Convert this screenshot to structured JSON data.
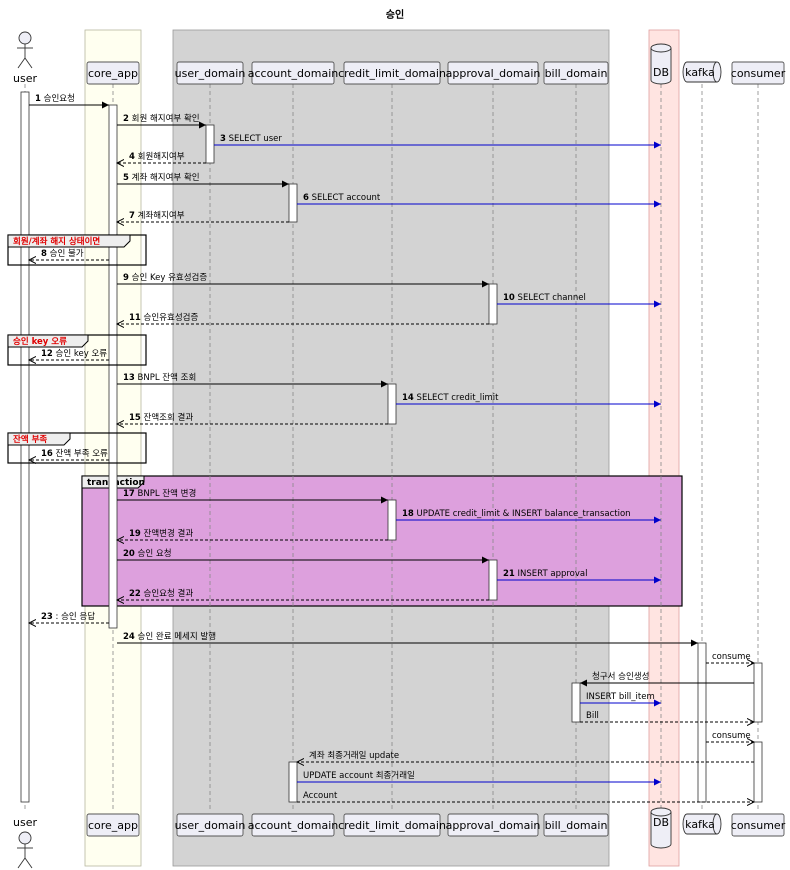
{
  "title": "승인",
  "participants": [
    {
      "id": "user",
      "label": "user",
      "kind": "actor"
    },
    {
      "id": "core_app",
      "label": "core_app",
      "kind": "box"
    },
    {
      "id": "user_domain",
      "label": "user_domain",
      "kind": "box"
    },
    {
      "id": "account_domain",
      "label": "account_domain",
      "kind": "box"
    },
    {
      "id": "credit_limit_domain",
      "label": "credit_limit_domain",
      "kind": "box"
    },
    {
      "id": "approval_domain",
      "label": "approval_domain",
      "kind": "box"
    },
    {
      "id": "bill_domain",
      "label": "bill_domain",
      "kind": "box"
    },
    {
      "id": "DB",
      "label": "DB",
      "kind": "database"
    },
    {
      "id": "kafka",
      "label": "kafka",
      "kind": "queue"
    },
    {
      "id": "consumer",
      "label": "consumer",
      "kind": "box"
    }
  ],
  "groups": {
    "user_check": "회원/계좌 해지 상태이면",
    "key_error": "승인 key 오류",
    "balance_short": "잔액 부족",
    "transaction": "transaction"
  },
  "messages": [
    {
      "num": "1",
      "text": "승인요청",
      "from": "user",
      "to": "core_app",
      "style": "solid"
    },
    {
      "num": "2",
      "text": "회원 해지여부 확인",
      "from": "core_app",
      "to": "user_domain",
      "style": "solid"
    },
    {
      "num": "3",
      "text": "SELECT user",
      "from": "user_domain",
      "to": "DB",
      "style": "blue"
    },
    {
      "num": "4",
      "text": "회원해지여부",
      "from": "user_domain",
      "to": "core_app",
      "style": "dashed"
    },
    {
      "num": "5",
      "text": "계좌 해지여부 확인",
      "from": "core_app",
      "to": "account_domain",
      "style": "solid"
    },
    {
      "num": "6",
      "text": "SELECT account",
      "from": "account_domain",
      "to": "DB",
      "style": "blue"
    },
    {
      "num": "7",
      "text": "계좌해지여부",
      "from": "account_domain",
      "to": "core_app",
      "style": "dashed"
    },
    {
      "num": "8",
      "text": "승인 불가",
      "from": "core_app",
      "to": "user",
      "style": "dashed"
    },
    {
      "num": "9",
      "text": "승인 Key 유효성검증",
      "from": "core_app",
      "to": "approval_domain",
      "style": "solid"
    },
    {
      "num": "10",
      "text": "SELECT channel",
      "from": "approval_domain",
      "to": "DB",
      "style": "blue"
    },
    {
      "num": "11",
      "text": "승인유효성검증",
      "from": "approval_domain",
      "to": "core_app",
      "style": "dashed"
    },
    {
      "num": "12",
      "text": "승인 key 오류",
      "from": "core_app",
      "to": "user",
      "style": "dashed"
    },
    {
      "num": "13",
      "text": "BNPL 잔액 조회",
      "from": "core_app",
      "to": "credit_limit_domain",
      "style": "solid"
    },
    {
      "num": "14",
      "text": "SELECT credit_limit",
      "from": "credit_limit_domain",
      "to": "DB",
      "style": "blue"
    },
    {
      "num": "15",
      "text": "잔액조회 결과",
      "from": "credit_limit_domain",
      "to": "core_app",
      "style": "dashed"
    },
    {
      "num": "16",
      "text": "잔액 부족 오류",
      "from": "core_app",
      "to": "user",
      "style": "dashed"
    },
    {
      "num": "17",
      "text": "BNPL 잔액 변경",
      "from": "core_app",
      "to": "credit_limit_domain",
      "style": "solid"
    },
    {
      "num": "18",
      "text": "UPDATE credit_limit & INSERT balance_transaction",
      "from": "credit_limit_domain",
      "to": "DB",
      "style": "blue"
    },
    {
      "num": "19",
      "text": "잔액변경 결과",
      "from": "credit_limit_domain",
      "to": "core_app",
      "style": "dashed"
    },
    {
      "num": "20",
      "text": "승인 요청",
      "from": "core_app",
      "to": "approval_domain",
      "style": "solid"
    },
    {
      "num": "21",
      "text": "INSERT approval",
      "from": "approval_domain",
      "to": "DB",
      "style": "blue"
    },
    {
      "num": "22",
      "text": "승인요청 결과",
      "from": "approval_domain",
      "to": "core_app",
      "style": "dashed"
    },
    {
      "num": "23",
      "text": ": 승인 응답",
      "from": "core_app",
      "to": "user",
      "style": "dashed"
    },
    {
      "num": "24",
      "text": "승인 완료 메세지 발행",
      "from": "core_app",
      "to": "kafka",
      "style": "solid"
    },
    {
      "num": "",
      "text": "consume",
      "from": "kafka",
      "to": "consumer",
      "style": "dashed"
    },
    {
      "num": "",
      "text": "청구서 승인생성",
      "from": "consumer",
      "to": "bill_domain",
      "style": "solid"
    },
    {
      "num": "",
      "text": "INSERT bill_item",
      "from": "bill_domain",
      "to": "DB",
      "style": "blue"
    },
    {
      "num": "",
      "text": "Bill",
      "from": "bill_domain",
      "to": "consumer",
      "style": "dashed"
    },
    {
      "num": "",
      "text": "consume",
      "from": "kafka",
      "to": "consumer",
      "style": "dashed"
    },
    {
      "num": "",
      "text": "계좌 최종거래일 update",
      "from": "consumer",
      "to": "account_domain",
      "style": "dashed"
    },
    {
      "num": "",
      "text": "UPDATE account 최종거래일",
      "from": "account_domain",
      "to": "DB",
      "style": "blue"
    },
    {
      "num": "",
      "text": "Account",
      "from": "account_domain",
      "to": "consumer",
      "style": "dashed"
    }
  ],
  "colors": {
    "core_app_bg": "#fffff0",
    "domain_bg": "#d3d3d3",
    "db_bg": "#ffe4e1",
    "transaction_bg": "#dda0dd",
    "participant_fill": "#eeeef6",
    "blue_arrow": "#0000cc",
    "group_label": "#e00000"
  }
}
